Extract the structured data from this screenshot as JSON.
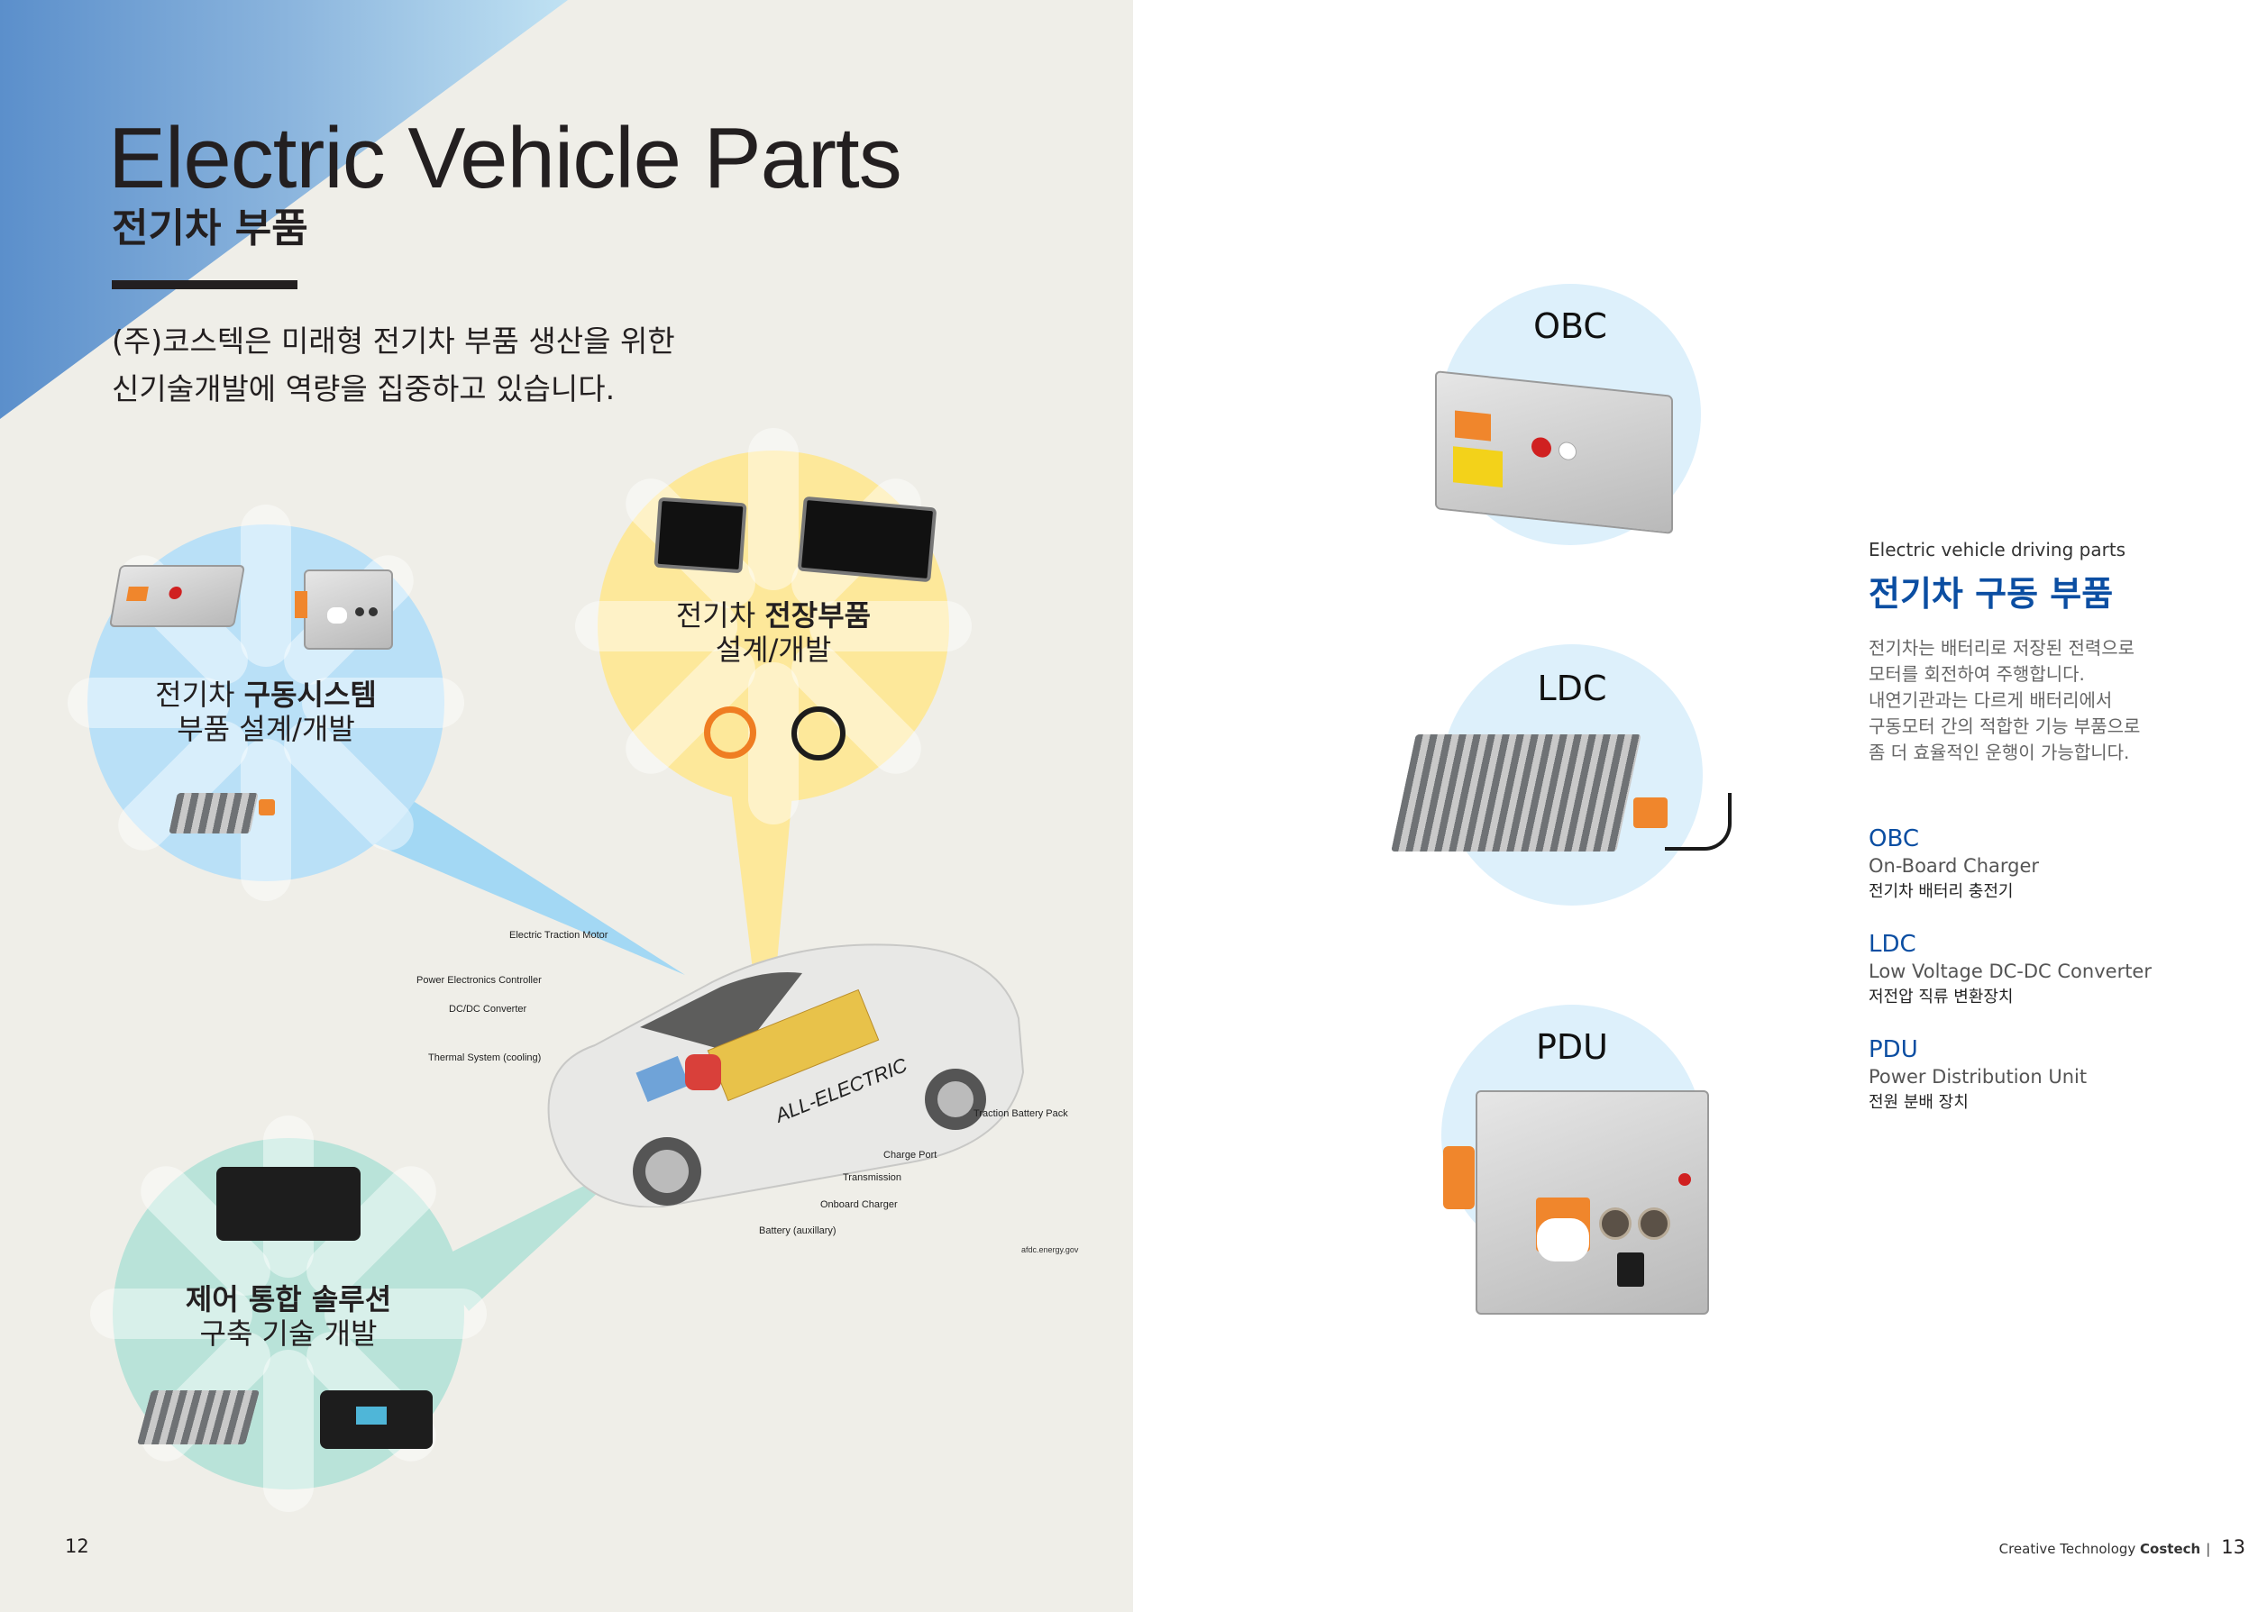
{
  "left_page": {
    "title_en": "Electric Vehicle Parts",
    "title_ko": "전기차 부품",
    "intro_lines": [
      "(주)코스텍은 미래형 전기차 부품 생산을 위한",
      "신기술개발에 역량을 집중하고 있습니다."
    ],
    "bubbles": [
      {
        "id": "drive-system",
        "color": "#b9e0f7",
        "line1_normal": "전기차 ",
        "line1_bold": "구동시스템",
        "line2": "부품 설계/개발"
      },
      {
        "id": "electronics",
        "color": "#fde89a",
        "line1_normal": "전기차 ",
        "line1_bold": "전장부품",
        "line2": "설계/개발"
      },
      {
        "id": "control",
        "color": "#b9e3d9",
        "line1_bold": "제어 통합 솔루션",
        "line2": "구축 기술 개발"
      }
    ],
    "car_diagram": {
      "side_text": "ALL-ELECTRIC",
      "callouts": [
        "Electric Traction Motor",
        "Power Electronics Controller",
        "DC/DC Converter",
        "Thermal System (cooling)",
        "Traction Battery Pack",
        "Charge Port",
        "Transmission",
        "Onboard Charger",
        "Battery (auxillary)"
      ],
      "credit": "afdc.energy.gov"
    },
    "page_number": "12"
  },
  "right_page": {
    "products": [
      {
        "label": "OBC"
      },
      {
        "label": "LDC"
      },
      {
        "label": "PDU"
      }
    ],
    "subtitle_en": "Electric vehicle driving parts",
    "title_ko": "전기차 구동 부품",
    "description_lines": [
      "전기차는 배터리로 저장된 전력으로",
      "모터를 회전하여 주행합니다.",
      "내연기관과는 다르게 배터리에서",
      "구동모터 간의 적합한 기능 부품으로",
      "좀 더 효율적인 운행이 가능합니다."
    ],
    "items": [
      {
        "abbr": "OBC",
        "full": "On-Board Charger",
        "ko": "전기차 배터리 충전기"
      },
      {
        "abbr": "LDC",
        "full": "Low Voltage DC-DC Converter",
        "ko": "저전압 직류 변환장치"
      },
      {
        "abbr": "PDU",
        "full": "Power Distribution Unit",
        "ko": "전원 분배 장치"
      }
    ],
    "footer": {
      "brand_prefix": "Creative Technology ",
      "brand_name": "Costech",
      "separator": "|",
      "page_number": "13"
    }
  },
  "colors": {
    "accent_blue": "#0b4ea2",
    "bubble_blue": "#b9e0f7",
    "bubble_yellow": "#fde89a",
    "bubble_teal": "#b9e3d9",
    "left_bg": "#efeee8"
  }
}
